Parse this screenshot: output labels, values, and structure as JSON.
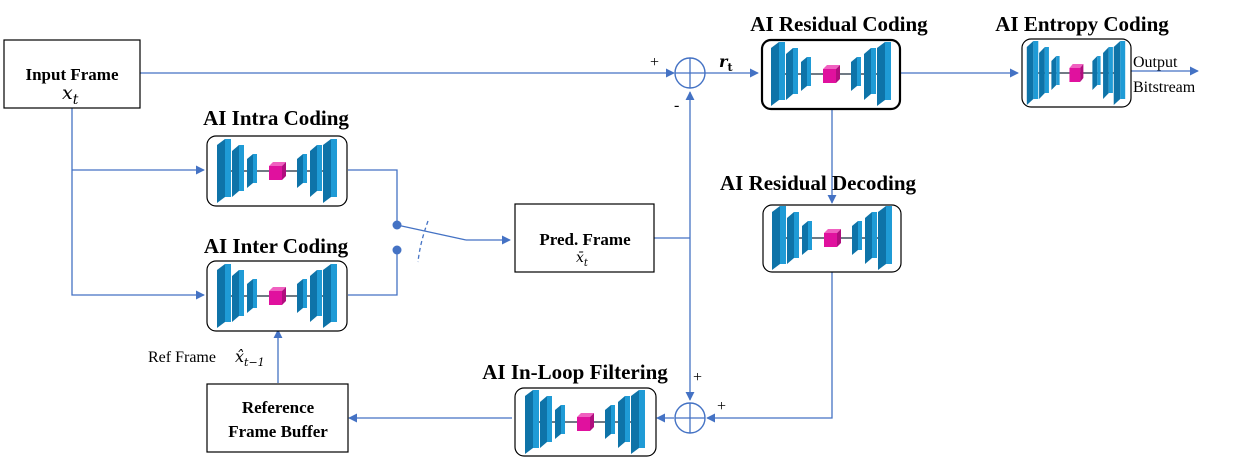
{
  "input_frame": {
    "label": "Input  Frame",
    "symbol": "x",
    "subscript": "t"
  },
  "intra": {
    "title": "AI Intra Coding"
  },
  "inter": {
    "title": "AI Inter Coding"
  },
  "pred_frame": {
    "label": "Pred. Frame",
    "symbol": "x̄",
    "subscript": "t"
  },
  "residual_coding": {
    "title": "AI Residual Coding"
  },
  "residual_decoding": {
    "title": "AI Residual Decoding"
  },
  "entropy_coding": {
    "title": "AI Entropy Coding"
  },
  "inloop": {
    "title": "AI In-Loop Filtering"
  },
  "reference_buffer": {
    "line1": "Reference",
    "line2": "Frame Buffer"
  },
  "ref_frame": {
    "label": "Ref Frame",
    "symbol": "x̂",
    "subscript": "t−1"
  },
  "residual_signal": {
    "symbol": "r",
    "subscript": "t"
  },
  "output": {
    "line1": "Output",
    "line2": "Bitstream"
  },
  "signs": {
    "plus": "+",
    "minus": "-"
  },
  "colors": {
    "wire": "#4472C4",
    "layer_blue": "#1F9BD6",
    "layer_blue_dark": "#0E73A8",
    "center_cube": "#E0119E"
  },
  "icons": {
    "network": "encoder-decoder-network-icon",
    "adder": "circled-plus-icon",
    "switch": "switch-icon"
  }
}
